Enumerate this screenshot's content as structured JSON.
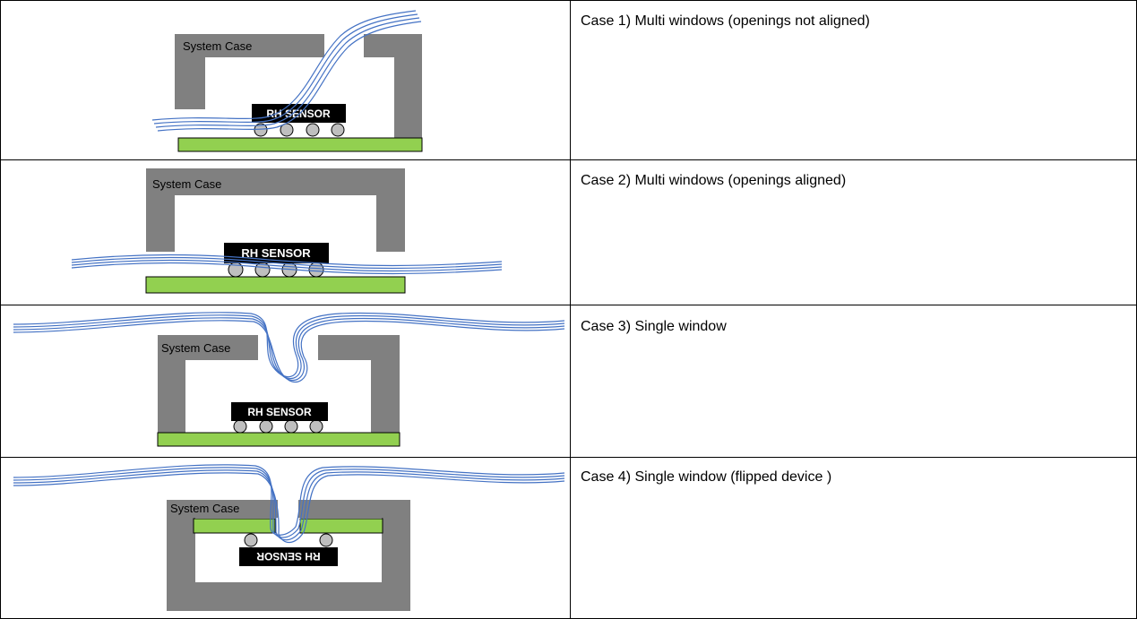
{
  "rows": [
    {
      "caption": "Case 1) Multi windows (openings not aligned)",
      "case_label": "System Case",
      "sensor_label": "RH SENSOR"
    },
    {
      "caption": "Case 2) Multi windows (openings aligned)",
      "case_label": "System Case",
      "sensor_label": "RH SENSOR"
    },
    {
      "caption": "Case 3) Single window",
      "case_label": "System Case",
      "sensor_label": "RH SENSOR"
    },
    {
      "caption": "Case 4) Single window (flipped device )",
      "case_label": "System Case",
      "sensor_label": "RH SENSOR"
    }
  ],
  "colors": {
    "case_gray": "#808080",
    "pcb_green": "#92d050",
    "airflow_blue": "#4472c4",
    "sensor_black": "#000000",
    "pad_gray": "#bfbfbf"
  }
}
